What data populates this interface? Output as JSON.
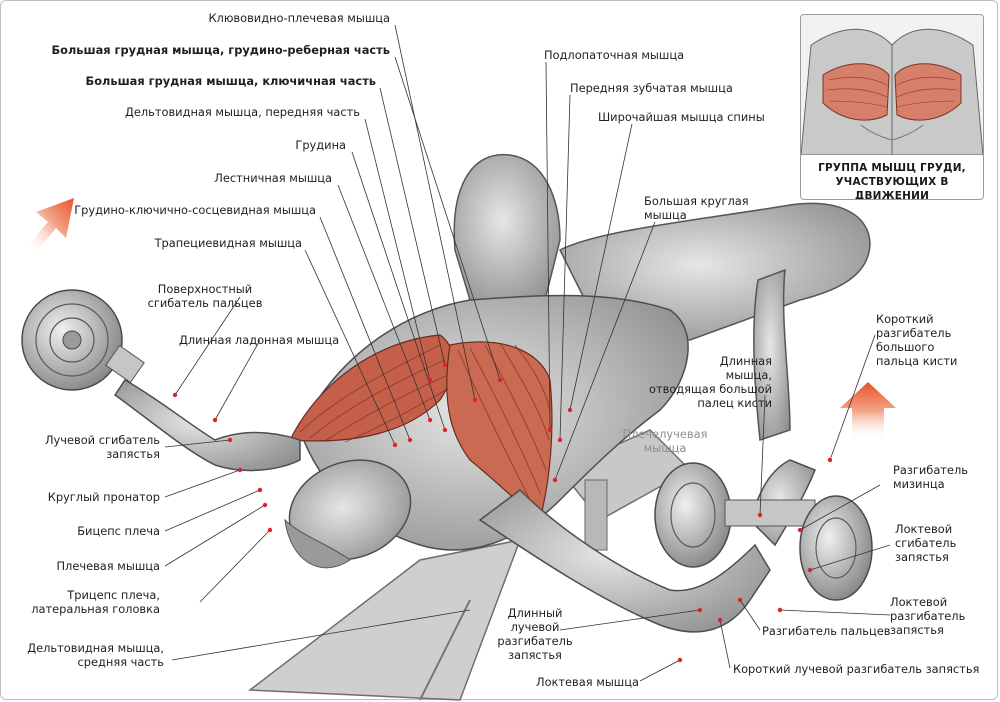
{
  "labels": {
    "coracobrachialis": "Клювовидно-плечевая мышца",
    "pec_major_sternocostal": "Большая грудная мышца, грудино-реберная часть",
    "pec_major_clavicular": "Большая грудная мышца, ключичная часть",
    "deltoid_anterior": "Дельтовидная мышца, передняя часть",
    "sternum": "Грудина",
    "scalene": "Лестничная мышца",
    "sternocleidomastoid": "Грудино-ключично-сосцевидная мышца",
    "trapezius": "Трапециевидная мышца",
    "flexor_digitorum_superficialis_1": "Поверхностный",
    "flexor_digitorum_superficialis_2": "сгибатель пальцев",
    "palmaris_longus": "Длинная ладонная мышца",
    "flexor_carpi_radialis_1": "Лучевой сгибатель",
    "flexor_carpi_radialis_2": "запястья",
    "pronator_teres": "Круглый пронатор",
    "biceps": "Бицепс плеча",
    "brachialis": "Плечевая мышца",
    "triceps_1": "Трицепс плеча,",
    "triceps_2": "латеральная головка",
    "deltoid_middle_1": "Дельтовидная мышца,",
    "deltoid_middle_2": "средняя часть",
    "subscapularis": "Подлопаточная мышца",
    "serratus_anterior": "Передняя зубчатая мышца",
    "latissimus_dorsi": "Широчайшая мышца спины",
    "teres_major_1": "Большая круглая",
    "teres_major_2": "мышца",
    "extensor_pollicis_brevis_1": "Короткий",
    "extensor_pollicis_brevis_2": "разгибатель",
    "extensor_pollicis_brevis_3": "большого",
    "extensor_pollicis_brevis_4": "пальца кисти",
    "abductor_pollicis_longus_1": "Длинная",
    "abductor_pollicis_longus_2": "мышца,",
    "abductor_pollicis_longus_3": "отводящая большой",
    "abductor_pollicis_longus_4": "палец кисти",
    "brachioradialis_1": "Плечелучевая",
    "brachioradialis_2": "мышца",
    "extensor_digiti_minimi_1": "Разгибатель",
    "extensor_digiti_minimi_2": "мизинца",
    "flexor_carpi_ulnaris_1": "Локтевой",
    "flexor_carpi_ulnaris_2": "сгибатель",
    "flexor_carpi_ulnaris_3": "запястья",
    "extensor_carpi_ulnaris_1": "Локтевой",
    "extensor_carpi_ulnaris_2": "разгибатель",
    "extensor_carpi_ulnaris_3": "запястья",
    "extensor_digitorum": "Разгибатель пальцев",
    "extensor_carpi_radialis_brevis": "Короткий лучевой разгибатель запястья",
    "extensor_carpi_radialis_longus_1": "Длинный",
    "extensor_carpi_radialis_longus_2": "лучевой",
    "extensor_carpi_radialis_longus_3": "разгибатель",
    "extensor_carpi_radialis_longus_4": "запястья",
    "anconeus": "Локтевая мышца"
  },
  "inset": {
    "caption_line1": "ГРУППА МЫШЦ ГРУДИ,",
    "caption_line2": "УЧАСТВУЮЩИХ В ДВИЖЕНИИ"
  },
  "colors": {
    "target_muscle": "#c4604a",
    "arrow": "#e8532c",
    "body": "#a9a9a9",
    "marker": "#e0202a"
  }
}
